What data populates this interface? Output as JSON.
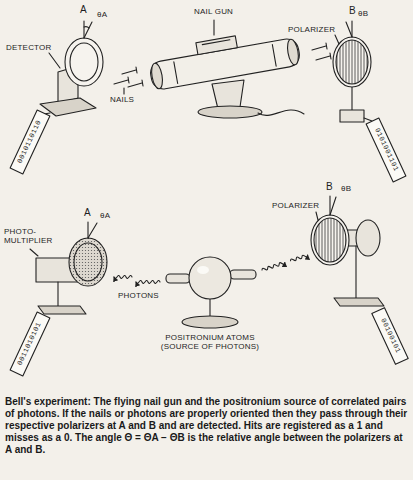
{
  "diagram": {
    "caption": "Bell's experiment: The flying nail gun and the positronium source of correlated pairs of photons. If the nails or photons are properly oriented then they pass through their respective polarizers at A and B and are detected. Hits are registered as a 1 and misses as a 0. The angle Θ = ΘA − ΘB is the relative angle between the polarizers at A and B.",
    "labels": [
      "A",
      "θA",
      "DETECTOR",
      "NAIL GUN",
      "NAILS",
      "POLARIZER",
      "B",
      "θB",
      "0010110110",
      "0101001101",
      "A",
      "θA",
      "PHOTO-MULTIPLIER",
      "PHOTONS",
      "POSITRONIUM ATOMS (SOURCE OF PHOTONS)",
      "B",
      "θB",
      "POLARIZER",
      "0011010101",
      "00100101"
    ]
  }
}
